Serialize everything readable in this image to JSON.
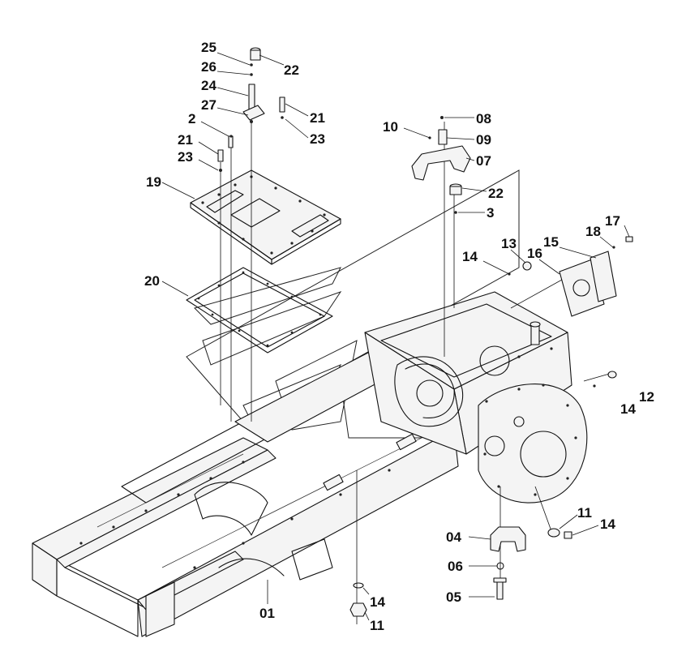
{
  "diagram": {
    "callouts": [
      {
        "id": "25",
        "label": "25"
      },
      {
        "id": "26",
        "label": "26"
      },
      {
        "id": "24",
        "label": "24"
      },
      {
        "id": "27",
        "label": "27"
      },
      {
        "id": "22a",
        "label": "22"
      },
      {
        "id": "21a",
        "label": "21"
      },
      {
        "id": "23a",
        "label": "23"
      },
      {
        "id": "2",
        "label": "2"
      },
      {
        "id": "21b",
        "label": "21"
      },
      {
        "id": "23b",
        "label": "23"
      },
      {
        "id": "19",
        "label": "19"
      },
      {
        "id": "20",
        "label": "20"
      },
      {
        "id": "10",
        "label": "10"
      },
      {
        "id": "08",
        "label": "08"
      },
      {
        "id": "09",
        "label": "09"
      },
      {
        "id": "07",
        "label": "07"
      },
      {
        "id": "22b",
        "label": "22"
      },
      {
        "id": "3",
        "label": "3"
      },
      {
        "id": "17",
        "label": "17"
      },
      {
        "id": "18",
        "label": "18"
      },
      {
        "id": "15",
        "label": "15"
      },
      {
        "id": "16",
        "label": "16"
      },
      {
        "id": "13",
        "label": "13"
      },
      {
        "id": "14a",
        "label": "14"
      },
      {
        "id": "12",
        "label": "12"
      },
      {
        "id": "14b",
        "label": "14"
      },
      {
        "id": "11a",
        "label": "11"
      },
      {
        "id": "14c",
        "label": "14"
      },
      {
        "id": "04",
        "label": "04"
      },
      {
        "id": "06",
        "label": "06"
      },
      {
        "id": "05",
        "label": "05"
      },
      {
        "id": "01",
        "label": "01"
      },
      {
        "id": "14d",
        "label": "14"
      },
      {
        "id": "11b",
        "label": "11"
      }
    ]
  }
}
